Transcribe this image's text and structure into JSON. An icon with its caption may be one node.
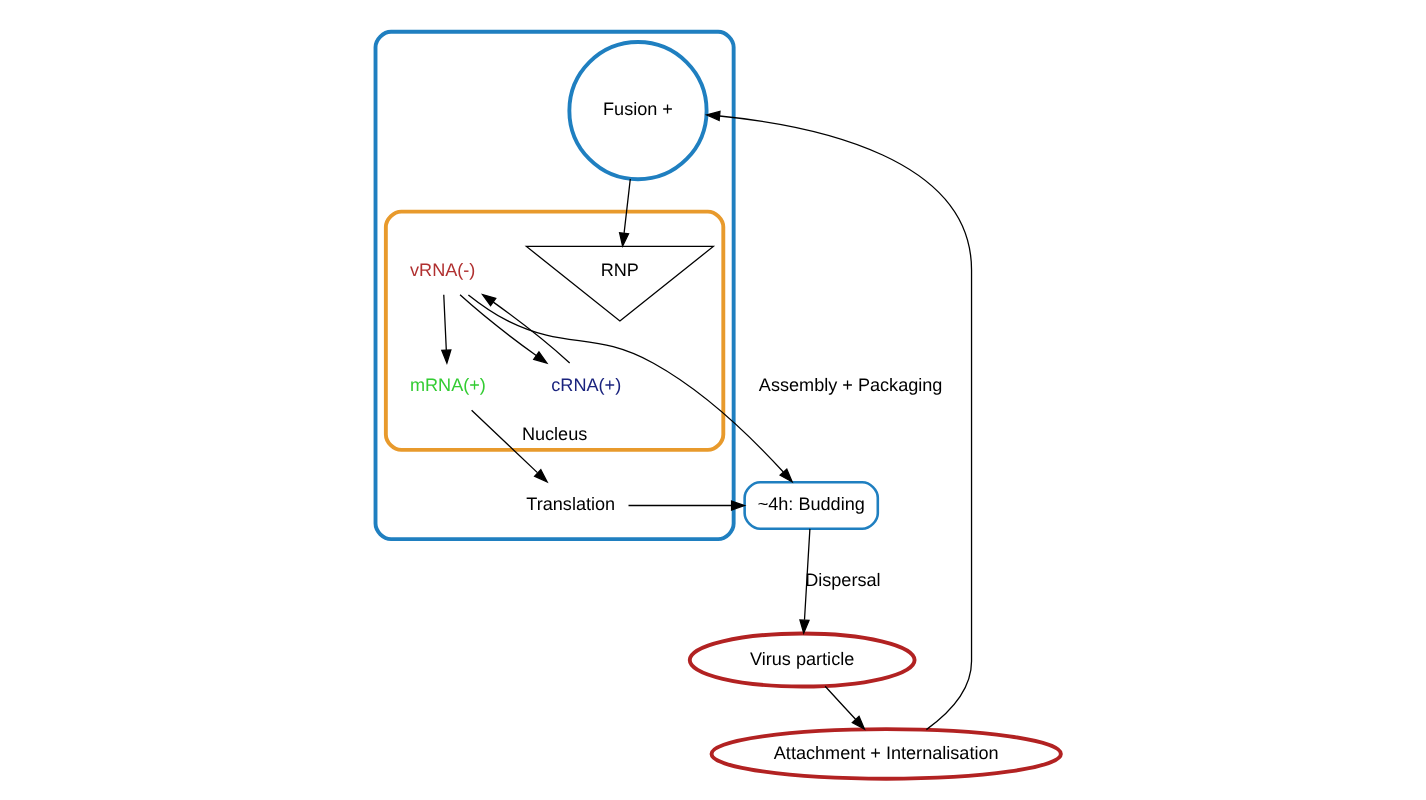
{
  "diagram": {
    "nodes": [
      {
        "text": [],
        "shape": "box"
      },
      {
        "text": [
          "Nucleus"
        ],
        "in": 0
      },
      {
        "text": [
          "Virus particle"
        ]
      },
      {
        "text": [
          "~4h: Budding"
        ]
      },
      {
        "text": [
          "Attachment + Internalisation"
        ]
      },
      {
        "text": [
          "Fusion +"
        ],
        "in": 0
      },
      {
        "text": [
          "RNP"
        ],
        "in": 1
      },
      {
        "text": [
          "mRNA(+)"
        ],
        "in": 1
      },
      {
        "text": [
          "vRNA(-)"
        ],
        "in": 1
      },
      {
        "text": [
          "cRNA(+)"
        ],
        "in": 1
      },
      {
        "text": [
          "Translation"
        ],
        "in": 0
      }
    ],
    "edges": [
      {
        "from": 3,
        "to": 2,
        "arrow": "to",
        "label": "Dispersal"
      },
      {
        "from": 2,
        "to": 4,
        "arrow": "to"
      },
      {
        "from": 4,
        "to": 5,
        "arrow": "to"
      },
      {
        "from": 5,
        "to": 6,
        "arrow": "to"
      },
      {
        "from": 8,
        "to": 3,
        "arrow": "to",
        "label": "Assembly + Packaging"
      },
      {
        "from": 7,
        "to": 10,
        "arrow": "to"
      },
      {
        "from": 10,
        "to": 3,
        "arrow": "to"
      },
      {
        "from": 8,
        "to": 7,
        "arrow": "to"
      },
      {
        "from": 9,
        "to": 8,
        "arrow": "to"
      },
      {
        "from": 8,
        "to": 9,
        "arrow": "to"
      }
    ]
  }
}
